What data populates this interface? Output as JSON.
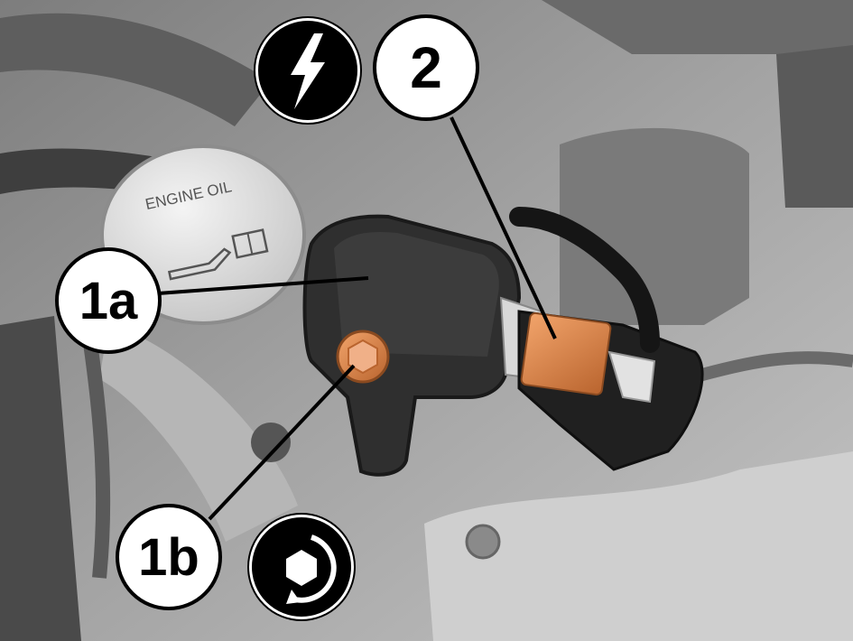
{
  "photo": {
    "cap_text": "ENGINE OIL"
  },
  "callouts": [
    {
      "id": "1a",
      "label": "1a"
    },
    {
      "id": "1b",
      "label": "1b"
    },
    {
      "id": "2",
      "label": "2"
    }
  ],
  "symbols": [
    {
      "id": "electrical",
      "icon": "lightning-bolt-icon"
    },
    {
      "id": "torque",
      "icon": "hex-bolt-tighten-icon"
    }
  ],
  "colors": {
    "highlight_copper": "#d9834a",
    "callout_fill": "#ffffff",
    "callout_border": "#000000"
  }
}
